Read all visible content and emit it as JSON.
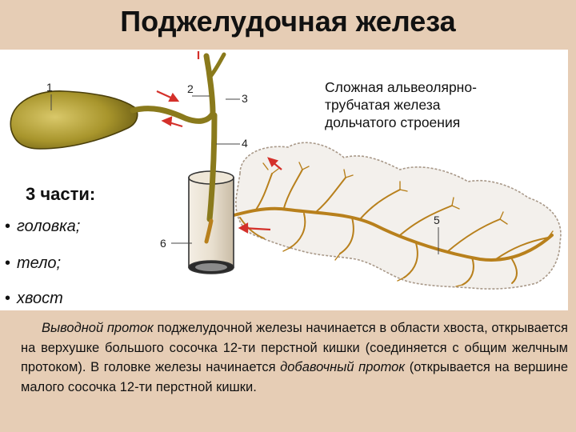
{
  "title": "Поджелудочная железа",
  "caption": {
    "line1": "Сложная альвеолярно-",
    "line2": "трубчатая железа",
    "line3": "дольчатого строения"
  },
  "parts": {
    "heading": "3 части:",
    "items": [
      "головка;",
      "тело;",
      "хвост"
    ]
  },
  "diagram_labels": [
    "1",
    "2",
    "3",
    "4",
    "5",
    "6"
  ],
  "body": {
    "p1_italic": "Выводной проток",
    "p1_a": " поджелудочной железы начинается в области хвоста, открывается на верхушке большого сосочка 12-ти перстной кишки (соединяется с общим желчным протоком). В головке железы начинается ",
    "p1_italic2": "добавочный проток",
    "p1_b": " (открывается на вершине малого сосочка 12-ти перстной кишки."
  },
  "colors": {
    "background": "#e6cdb5",
    "panel": "#ffffff",
    "gland": "#f3f0ec",
    "duct": "#b8801c",
    "gallbladder": "#a8952c",
    "arrow": "#d4302a"
  }
}
